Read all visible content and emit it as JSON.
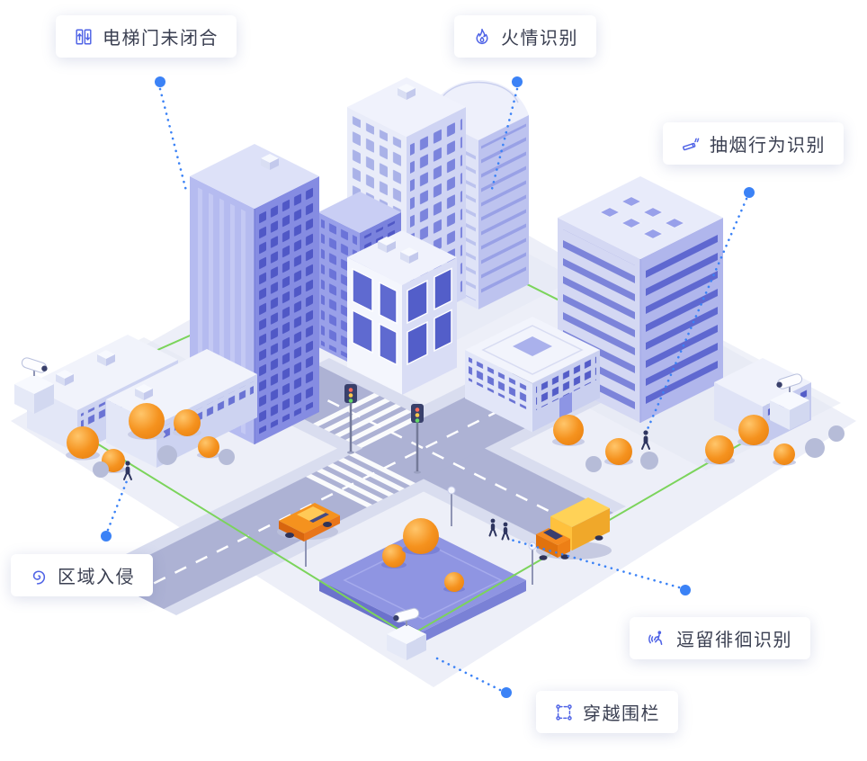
{
  "labels": [
    {
      "id": "elevator-door-open",
      "text": "电梯门未闭合",
      "icon": "elevator-icon"
    },
    {
      "id": "fire-detection",
      "text": "火情识别",
      "icon": "fire-icon"
    },
    {
      "id": "smoking-detection",
      "text": "抽烟行为识别",
      "icon": "cigarette-icon"
    },
    {
      "id": "area-intrusion",
      "text": "区域入侵",
      "icon": "spiral-icon"
    },
    {
      "id": "loitering-detection",
      "text": "逗留徘徊识别",
      "icon": "walker-icon"
    },
    {
      "id": "fence-crossing",
      "text": "穿越围栏",
      "icon": "fence-icon"
    }
  ],
  "colors": {
    "accent_blue": "#3B82F6",
    "icon_blue": "#4F63E6",
    "green_line": "#7BD45B",
    "tree_orange": "#F5921E"
  }
}
